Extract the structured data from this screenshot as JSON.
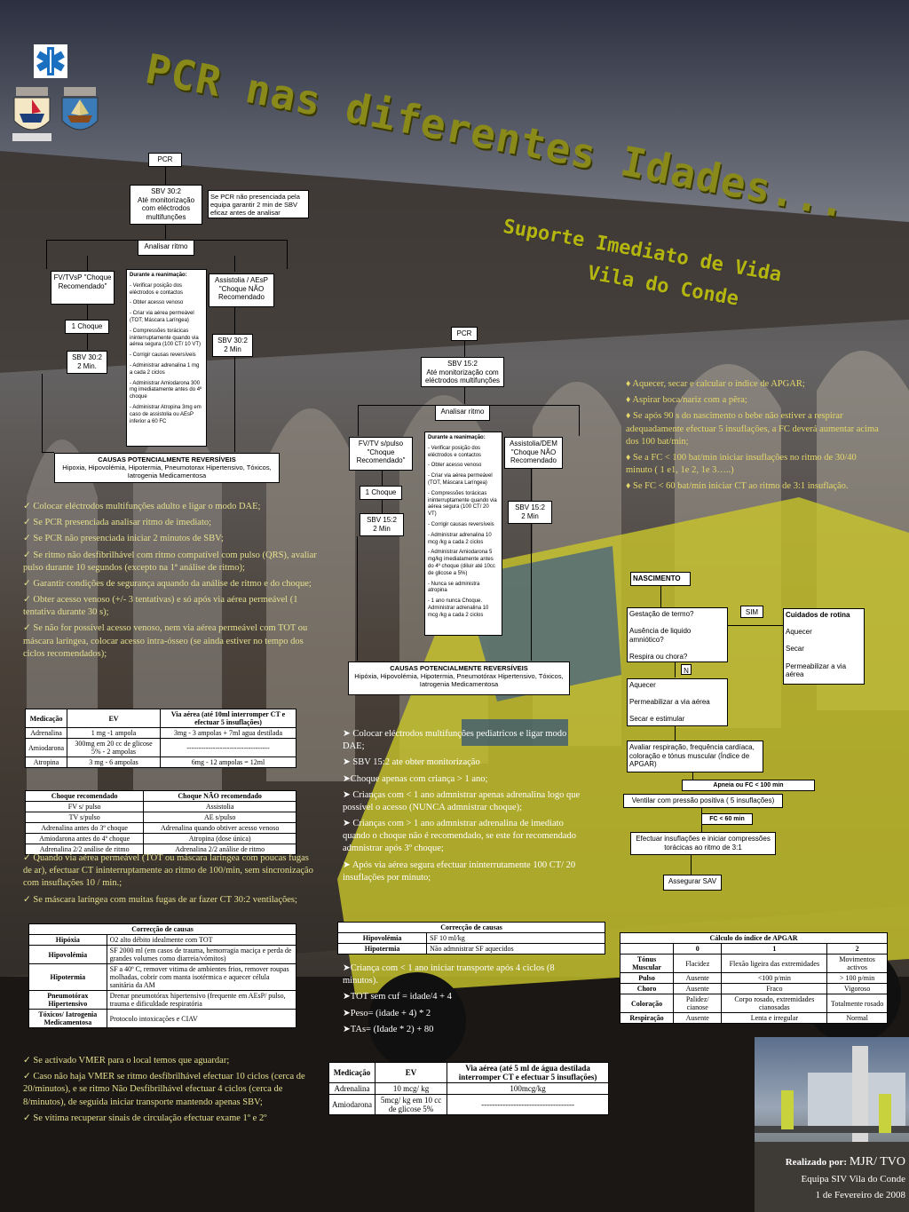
{
  "title": "PCR nas diferentes Idades...",
  "subtitle_line1": "Suporte Imediato de Vida",
  "subtitle_line2": "Vila do Conde",
  "logos": {
    "star": "star-of-life-icon",
    "coat1": "vila-do-conde-coat-of-arms-icon",
    "coat2": "ship-coat-of-arms-icon"
  },
  "adult": {
    "pcr": "PCR",
    "sbv": "SBV 30:2\nAté monitorização com eléctrodos multifunções",
    "note": "Se PCR não presenciada pela equipa garantir 2 min de SBV eficaz antes de analisar",
    "analisar": "Analisar ritmo",
    "fv": "FV/TVsP \"Choque Recomendado\"",
    "choque": "1 Choque",
    "sbv2": "SBV 30:2\n2 Min.",
    "assist": "Assistolia / AEsP \"Choque NÃO Recomendado",
    "sbv3": "SBV 30:2\n2 Min",
    "reanim_title": "Durante a reanimação:",
    "reanim": [
      "- Verificar posição dos eléctrodos e contactos",
      "- Obter acesso venoso",
      "- Criar via aérea permeável (TOT; Máscara Laríngea)",
      "- Compressões torácicas ininterruptamente quando via aérea segura (100 CT/ 10 VT)",
      "- Corrigir causas reversíveis",
      "- Administrar adrenalina 1 mg a cada 2 ciclos",
      "- Administrar Amiodarona 300 mg imediatamente antes do 4º choque",
      "- Administrar Atropina 3mg em caso de assistolia ou AEsP inferior a 60 FC"
    ],
    "causas_title": "CAUSAS POTENCIALMENTE REVERSÍVEIS",
    "causas": "Hipoxia, Hipovolémia, Hipotermia, Pneumotorax Hipertensivo, Tóxicos, Iatrogenia Medicamentosa"
  },
  "peds": {
    "pcr": "PCR",
    "sbv": "SBV 15:2\nAté monitorização com eléctrodos multifunções",
    "analisar": "Analisar ritmo",
    "fv": "FV/TV s/pulso \"Choque Recomendado\"",
    "choque": "1 Choque",
    "sbv2": "SBV 15:2\n2 Min",
    "assist": "Assistolia/DEM \"Choque NÃO Recomendado",
    "sbv3": "SBV 15:2\n2 Min",
    "reanim_title": "Durante a reanimação:",
    "reanim": [
      "- Verificar posição dos eléctrodos e contactos",
      "- Obter acesso venoso",
      "- Criar via aérea permeável (TOT, Máscara Laríngea)",
      "- Compressões torácicas ininterruptamente quando via aérea segura (100 CT/ 20 VT)",
      "- Corrigir causas reversíveis",
      "- Administrar adrenalina 10 mcg /kg a cada 2 ciclos",
      "- Administrar Amiodarona 5 mg/kg imediatamente antes do 4º choque (diluir até 10cc de glicose a 5%)",
      "- Nunca se administra atropina",
      "- 1 ano nunca Choque. Administrar adrenalina 10 mcg /kg a cada 2 ciclos"
    ],
    "causas_title": "CAUSAS POTENCIALMENTE REVERSÍVEIS",
    "causas": "Hipóxia, Hipovolémia, Hipotermia, Pneumotórax Hipertensivo, Tóxicos, Iatrogenia Medicamentosa"
  },
  "adult_bullets": [
    "✓ Colocar eléctrodos multifunções adulto e ligar o modo DAE;",
    "✓ Se PCR presenciada analisar ritmo de imediato;",
    "✓ Se PCR não presenciada iniciar 2 minutos de SBV;",
    "✓ Se ritmo não desfibrilhável com ritmo compatível com pulso (QRS), avaliar pulso durante 10 segundos  (excepto na 1ª análise de ritmo);",
    "✓ Garantir condições de segurança aquando da análise de ritmo e do choque;",
    "✓ Obter acesso venoso (+/- 3 tentativas) e só após via aérea permeável (1 tentativa durante 30 s);",
    "✓ Se não for possível acesso venoso, nem via aérea permeável com TOT ou máscara laríngea, colocar acesso intra-ósseo (se ainda estiver no tempo dos ciclos recomendados);"
  ],
  "adult_bullets2": [
    "✓ Quando via aérea permeável (TOT ou máscara laríngea com poucas fugas de ar), efectuar CT ininterruptamente ao ritmo de 100/min, sem sincronização com insuflações 10 / min.;",
    "✓ Se máscara laríngea com muitas fugas de ar fazer CT 30:2 ventilações;"
  ],
  "adult_bullets3": [
    "✓ Se activado VMER para o local temos que aguardar;",
    "✓ Caso não haja VMER se ritmo desfibrilhável efectuar 10 ciclos (cerca de 20/minutos), e se ritmo Não Desfibrilhável efectuar 4 ciclos (cerca de 8/minutos), de seguida iniciar transporte mantendo apenas SBV;",
    "✓ Se vítima recuperar sinais de circulação efectuar exame 1º e 2º"
  ],
  "peds_bullets": [
    "➤ Colocar eléctrodos multifunções pediatricos e ligar modo DAE;",
    "➤ SBV 15:2 ate obter monitorização",
    "➤Choque apenas com criança > 1 ano;",
    "➤ Crianças com < 1 ano admnistrar apenas adrenalina logo que possível o acesso (NUNCA admnistrar choque);",
    "➤ Crianças com > 1 ano admnistrar adrenalina de imediato quando o choque não é recomendado, se este for recomendado admnistrar após 3º choque;",
    "➤ Após via aérea segura efectuar ininterrutamente 100 CT/ 20 insuflações por minuto;"
  ],
  "peds_bullets2": [
    "➤Criança com < 1 ano iniciar transporte após 4 ciclos (8 minutos).",
    "➤TOT sem cuf = idade/4 + 4",
    "➤Peso= (idade + 4) *  2",
    "➤TAs= (Idade * 2) + 80"
  ],
  "neo_bullets": [
    "♦ Aquecer, secar e calcular o índice de APGAR;",
    "♦ Aspirar boca/nariz com a pêra;",
    "♦ Se após 90 s do nascimento o bebe não estiver a respirar adequadamente efectuar 5 insuflações, a FC deverá aumentar acima dos 100 bat/min;",
    "♦ Se a FC < 100 bat/min iniciar insuflações no ritmo de 30/40 minuto ( 1 e1, 1e 2, 1e 3…..)",
    "♦ Se FC < 60 bat/min iniciar CT ao ritmo de 3:1 insuflação."
  ],
  "neo": {
    "nascimento": "NASCIMENTO",
    "questions": [
      "Gestação de termo?",
      "Ausência de liquido amniótico?",
      "Respira ou chora?"
    ],
    "sim": "SIM",
    "nao": "N",
    "cuidados": [
      "Cuidados de rotina",
      "Aquecer",
      "Secar",
      "Permeabilizar a via aérea"
    ],
    "aquecer": [
      "Aquecer",
      "Permeabilizar a via aérea",
      "Secar e estimular"
    ],
    "avaliar": "Avaliar respiração, frequência cardíaca, coloração e tónus muscular (Índice de APGAR)",
    "apneia": "Apneia ou FC < 100 min",
    "ventilar": "Ventilar com pressão positiva ( 5 insuflações)",
    "fc60": "FC < 60 min",
    "efectuar": "Efectuar insuflações e iniciar compressões torácicas ao ritmo de 3:1",
    "assegurar": "Assegurar SAV"
  },
  "tbl_adult_med": {
    "headers": [
      "Medicação",
      "EV",
      "Via aérea (até 10ml interromper CT e efectuar 5 insuflações)"
    ],
    "rows": [
      [
        "Adrenalina",
        "1 mg -1 ampola",
        "3mg - 3 ampolas + 7ml agua destilada"
      ],
      [
        "Amiodarona",
        "300mg em 20 cc de glicose 5% - 2 ampolas",
        "-----------------------------------"
      ],
      [
        "Atropina",
        "3 mg - 6 ampolas",
        "6mg - 12 ampolas = 12ml"
      ]
    ]
  },
  "tbl_choque": {
    "headers": [
      "Choque recomendado",
      "Choque NÃO recomendado"
    ],
    "rows": [
      [
        "FV s/ pulso",
        "Assistolia"
      ],
      [
        "TV s/pulso",
        "AE s/pulso"
      ],
      [
        "Adrenalina antes do 3º choque",
        "Adrenalina quando obtiver acesso venoso"
      ],
      [
        "Amiodarona antes do 4º choque",
        "Atropina (dose única)"
      ],
      [
        "Adrenalina 2/2 análise de ritmo",
        "Adrenalina 2/2 análise de ritmo"
      ]
    ]
  },
  "tbl_correc_adult": {
    "title": "Correcção de causas",
    "rows": [
      [
        "Hipóxia",
        "O2 alto débito idealmente com TOT"
      ],
      [
        "Hipovolémia",
        "SF 2000 ml (em casos de trauma, hemorragia maciça e perda de grandes volumes como diarreia/vómitos)"
      ],
      [
        "Hipotermia",
        "SF a 40º C, remover vitima de ambientes frios, remover roupas molhadas, cobrir com manta isotérmica e aquecer célula sanitária da AM"
      ],
      [
        "Pneumotórax Hipertensivo",
        "Drenar pneumotórax hipertensivo (frequente em AEsP/ pulso, trauma e dificuldade respiratória"
      ],
      [
        "Tóxicos/ Iatrogenia Medicamentosa",
        "Protocolo intoxicações e CIAV"
      ]
    ]
  },
  "tbl_correc_peds": {
    "title": "Correcção de causas",
    "rows": [
      [
        "Hipovolémia",
        "SF 10 ml/kg"
      ],
      [
        "Hipotermia",
        "Não admnistrar SF aquecidos"
      ]
    ]
  },
  "tbl_apgar": {
    "title": "Cálculo do índice de APGAR",
    "headers": [
      "",
      "0",
      "1",
      "2"
    ],
    "rows": [
      [
        "Tónus Muscular",
        "Flacidez",
        "Flexão ligeira das extremidades",
        "Movimentos activos"
      ],
      [
        "Pulso",
        "Ausente",
        "<100 p/min",
        "> 100 p/min"
      ],
      [
        "Choro",
        "Ausente",
        "Fraco",
        "Vigoroso"
      ],
      [
        "Coloração",
        "Palidez/ cianose",
        "Corpo rosado, extremidades cianosadas",
        "Totalmente rosado"
      ],
      [
        "Respiração",
        "Ausente",
        "Lenta e irregular",
        "Normal"
      ]
    ]
  },
  "tbl_peds_med": {
    "headers": [
      "Medicação",
      "EV",
      "Via aérea (até 5 ml de água destilada interromper CT e efectuar 5 insuflações)"
    ],
    "rows": [
      [
        "Adrenalina",
        "10 mcg/ kg",
        "100mcg/kg"
      ],
      [
        "Amiodarona",
        "5mcg/ kg  em 10 cc de glicose 5%",
        "-----------------------------------"
      ]
    ]
  },
  "credit": {
    "realizado_label": "Realizado por:",
    "realizado_value": "MJR/ TVO",
    "equipa": "Equipa SIV Vila do Conde",
    "data": "1 de Fevereiro de 2008"
  },
  "colors": {
    "title": "#8a8a1a",
    "subtitle": "#b5b510",
    "bullets": "#e6e090"
  }
}
